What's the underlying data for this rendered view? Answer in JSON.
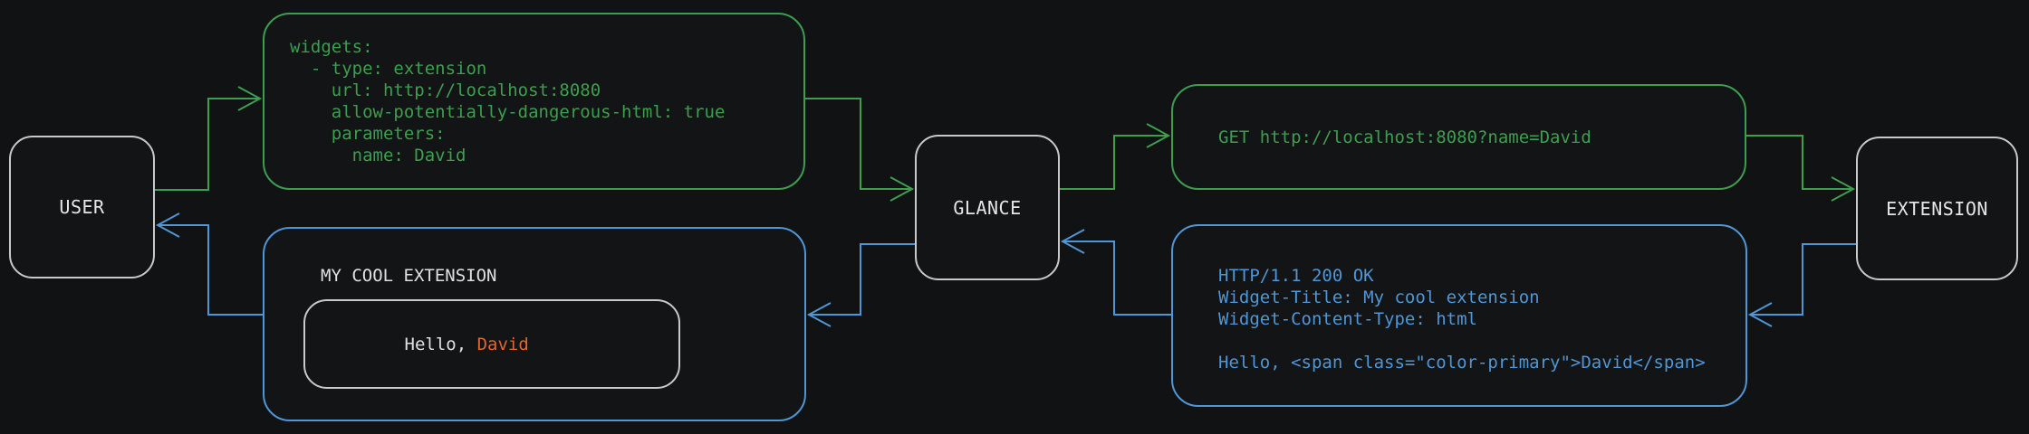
{
  "nodes": {
    "user": {
      "label": "USER"
    },
    "glance": {
      "label": "GLANCE"
    },
    "extension": {
      "label": "EXTENSION"
    }
  },
  "config_box": {
    "lines": [
      "widgets:",
      "  - type: extension",
      "    url: http://localhost:8080",
      "    allow-potentially-dangerous-html: true",
      "    parameters:",
      "      name: David"
    ]
  },
  "request_box": {
    "line": "GET http://localhost:8080?name=David"
  },
  "response_box": {
    "lines": [
      "HTTP/1.1 200 OK",
      "Widget-Title: My cool extension",
      "Widget-Content-Type: html",
      "",
      "Hello, <span class=\"color-primary\">David</span>"
    ]
  },
  "widget_box": {
    "title": "MY COOL EXTENSION",
    "hello_prefix": "Hello, ",
    "hello_name": "David"
  },
  "colors": {
    "request_accent": "#3d9e50",
    "response_accent": "#4f96d6",
    "primary_highlight": "#e0662d",
    "node_border": "#c9c9c9",
    "background": "#111213"
  }
}
